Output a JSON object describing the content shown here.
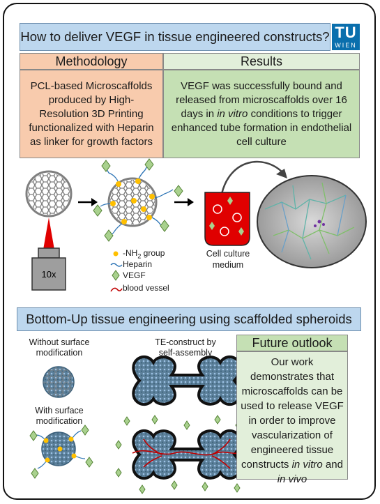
{
  "header": {
    "title": "How to deliver VEGF in tissue engineered constructs?",
    "logo_top": "TU",
    "logo_bottom": "WIEN"
  },
  "methodology": {
    "heading": "Methodology",
    "text": "PCL-based Microscaffolds produced by High-Resolution 3D Printing functionalized with Heparin as linker for growth factors"
  },
  "results": {
    "heading": "Results",
    "text_part1": "VEGF was successfully bound and released from microscaffolds over 16 days in ",
    "text_italic": "in vitro",
    "text_part2": " conditions to trigger enhanced tube formation in endothelial cell culture"
  },
  "diagram": {
    "objective_label": "10x",
    "legend": {
      "nh2_prefix": "-NH",
      "nh2_sub": "2",
      "nh2_suffix": " group",
      "heparin": "Heparin",
      "vegf": "VEGF",
      "blood_vessel": "blood vessel"
    },
    "medium_label_line1": "Cell culture",
    "medium_label_line2": "medium"
  },
  "section2": {
    "title": "Bottom-Up tissue engineering using scaffolded spheroids",
    "without_line1": "Without surface",
    "without_line2": "modification",
    "with_line1": "With surface",
    "with_line2": "modification",
    "te_line1": "TE-construct by",
    "te_line2": "self-assembly"
  },
  "future": {
    "heading": "Future outlook",
    "text_part1": "Our work demonstrates that microscaffolds can be used to release VEGF in order to improve vascularization of engineered tissue constructs ",
    "text_italic1": "in vitro",
    "text_part2": " and ",
    "text_italic2": "in vivo"
  },
  "colors": {
    "title_blue": "#bdd7ee",
    "method_orange": "#f8cbad",
    "results_green": "#c5e0b4",
    "future_green": "#e2efda",
    "logo_blue": "#0a6fad",
    "vegf_green": "#a9d18e",
    "nh2_yellow": "#ffc000",
    "heparin_blue": "#2e75b6",
    "medium_red": "#e00000"
  }
}
